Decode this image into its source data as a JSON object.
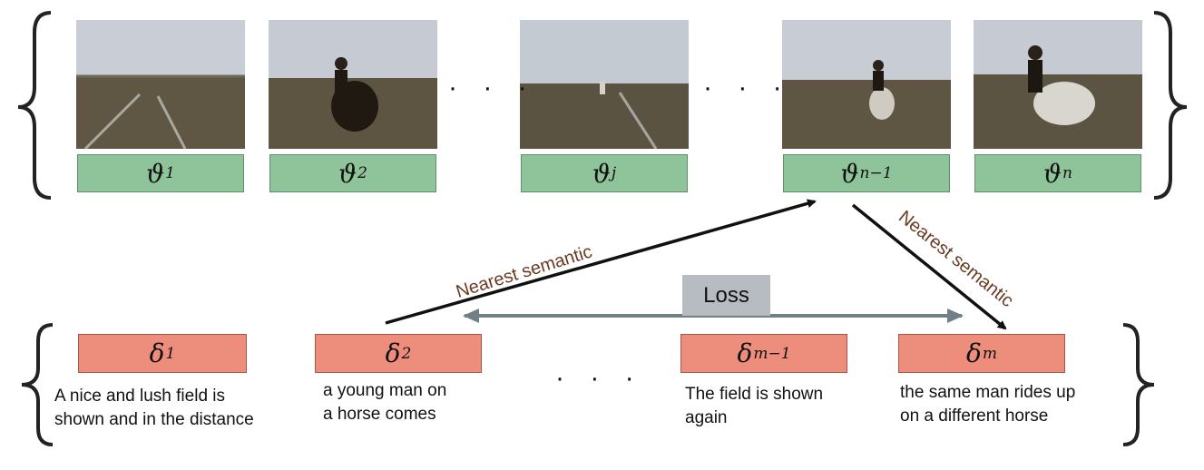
{
  "video_frames": [
    {
      "label": "ϑ",
      "sub": "1"
    },
    {
      "label": "ϑ",
      "sub": "2"
    },
    {
      "label": "ϑ",
      "sub": "j"
    },
    {
      "label": "ϑ",
      "sub": "n−1"
    },
    {
      "label": "ϑ",
      "sub": "n"
    }
  ],
  "sentences": [
    {
      "label": "δ",
      "sub": "1",
      "caption_line1": "A nice and lush field is",
      "caption_line2": "shown and in the distance"
    },
    {
      "label": "δ",
      "sub": "2",
      "caption_line1": "a young man on",
      "caption_line2": "a horse comes"
    },
    {
      "label": "δ",
      "sub": "m−1",
      "caption_line1": "The field is shown",
      "caption_line2": "again"
    },
    {
      "label": "δ",
      "sub": "m",
      "caption_line1": "the same man rides up",
      "caption_line2": "on a different horse"
    }
  ],
  "ellipsis": "· · ·",
  "loss_label": "Loss",
  "arrow_label_left": "Nearest semantic",
  "arrow_label_right": "Nearest semantic",
  "colors": {
    "frame_box": "#8fc49a",
    "sentence_box": "#ec8e7b",
    "loss_box": "#b7bcc2",
    "arrow_text": "#6b3a22",
    "loss_arrow": "#6f8087"
  }
}
